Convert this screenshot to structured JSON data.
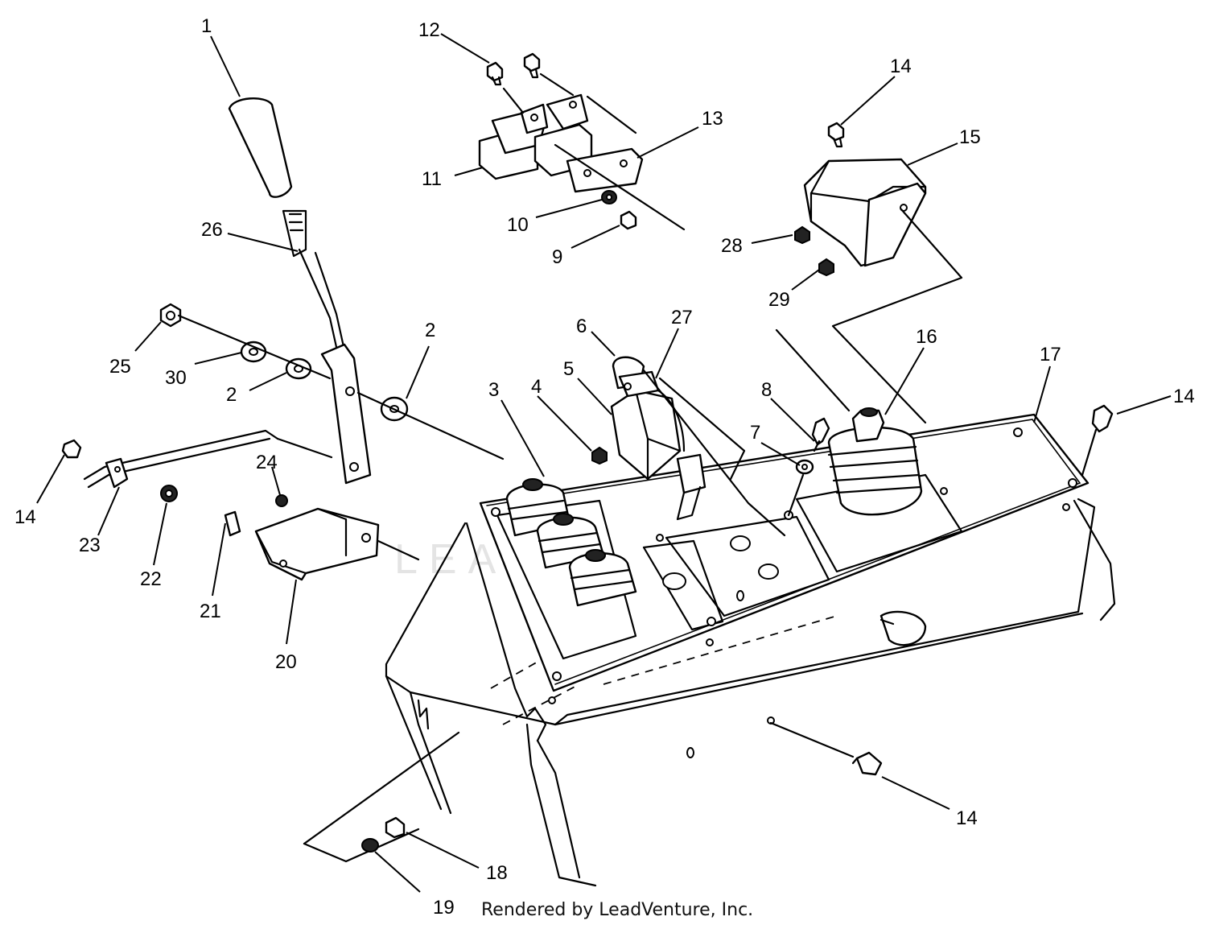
{
  "footer": {
    "credit": "Rendered by LeadVenture, Inc."
  },
  "watermark": {
    "text": "LEADVENTURE"
  },
  "callouts": [
    {
      "id": "c1",
      "text": "1"
    },
    {
      "id": "c26",
      "text": "26"
    },
    {
      "id": "c25",
      "text": "25"
    },
    {
      "id": "c30",
      "text": "30"
    },
    {
      "id": "c2a",
      "text": "2"
    },
    {
      "id": "c2b",
      "text": "2"
    },
    {
      "id": "c14a",
      "text": "14"
    },
    {
      "id": "c23",
      "text": "23"
    },
    {
      "id": "c22",
      "text": "22"
    },
    {
      "id": "c21",
      "text": "21"
    },
    {
      "id": "c24",
      "text": "24"
    },
    {
      "id": "c20",
      "text": "20"
    },
    {
      "id": "c12",
      "text": "12"
    },
    {
      "id": "c11",
      "text": "11"
    },
    {
      "id": "c13",
      "text": "13"
    },
    {
      "id": "c10",
      "text": "10"
    },
    {
      "id": "c9",
      "text": "9"
    },
    {
      "id": "c14b",
      "text": "14"
    },
    {
      "id": "c15",
      "text": "15"
    },
    {
      "id": "c28",
      "text": "28"
    },
    {
      "id": "c29",
      "text": "29"
    },
    {
      "id": "c6",
      "text": "6"
    },
    {
      "id": "c27",
      "text": "27"
    },
    {
      "id": "c5",
      "text": "5"
    },
    {
      "id": "c3",
      "text": "3"
    },
    {
      "id": "c4",
      "text": "4"
    },
    {
      "id": "c8",
      "text": "8"
    },
    {
      "id": "c7",
      "text": "7"
    },
    {
      "id": "c16",
      "text": "16"
    },
    {
      "id": "c17",
      "text": "17"
    },
    {
      "id": "c14c",
      "text": "14"
    },
    {
      "id": "c14d",
      "text": "14"
    },
    {
      "id": "c18",
      "text": "18"
    },
    {
      "id": "c19",
      "text": "19"
    }
  ]
}
